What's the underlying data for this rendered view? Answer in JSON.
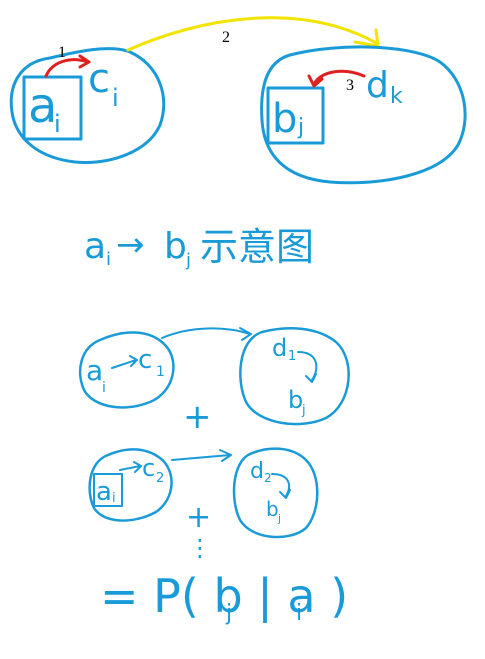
{
  "colors": {
    "blue": "#1a9bd7",
    "yellow": "#f2e300",
    "red": "#e0201e",
    "black": "#000000"
  },
  "top": {
    "node_a_label": "a",
    "node_a_sub": "i",
    "node_c_label": "c",
    "node_c_sub": "i",
    "node_b_label": "b",
    "node_b_sub": "j",
    "node_d_label": "d",
    "node_d_sub": "k",
    "step1": "1",
    "step2": "2",
    "step3": "3"
  },
  "caption": {
    "a": "a",
    "a_sub": "i",
    "arrow": "→",
    "b": "b",
    "b_sub": "j",
    "text": "示意图"
  },
  "row1": {
    "a": "a",
    "a_sub": "i",
    "c": "c",
    "c_sub": "1",
    "d": "d",
    "d_sub": "1",
    "b": "b",
    "b_sub": "j"
  },
  "plus1": "+",
  "row2": {
    "a": "a",
    "a_sub": "i",
    "c": "c",
    "c_sub": "2",
    "d": "d",
    "d_sub": "2",
    "b": "b",
    "b_sub": "j"
  },
  "plus2": "+",
  "dots": "⋮",
  "formula": "= P( b | a )",
  "formula_b_sub": "j",
  "formula_a_sub": "i"
}
